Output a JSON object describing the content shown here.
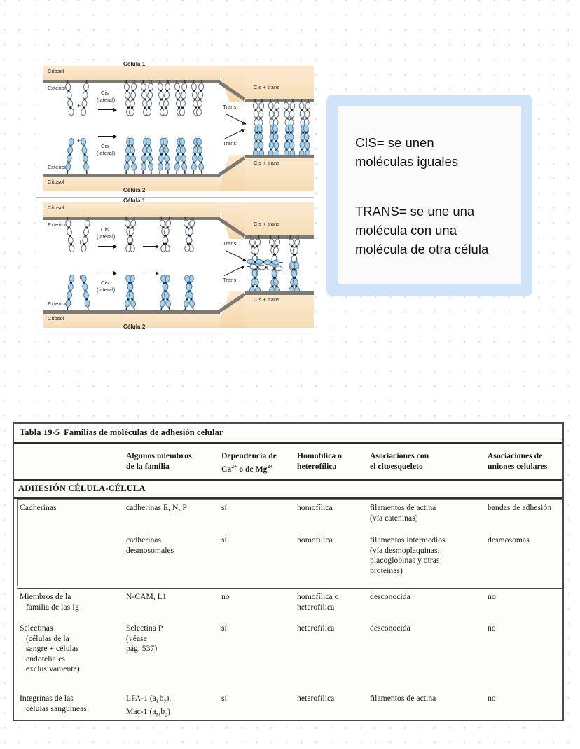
{
  "figure": {
    "alt_name": "cadherin-cis-trans-adhesion-diagram",
    "top_panel": {
      "cell_top_label": "Célula 1",
      "cytosol_label": "Citosol",
      "exterior_label": "Exterior",
      "cis_label_line1": "Cis",
      "cis_label_line2": "(lateral)",
      "trans_label": "Trans",
      "cis_trans_label": "Cis + trans",
      "plus": "+"
    },
    "bottom_panel": {
      "cell_top_label": "Célula 1",
      "cell_bottom_label": "Célula 2",
      "cytosol_label": "Citosol",
      "exterior_label": "Exterior",
      "cis_label_line1": "Cis",
      "cis_label_line2": "(lateral)",
      "trans_label": "Trans",
      "cis_trans_label": "Cis + trans",
      "plus": "+"
    },
    "middle_cell2": {
      "cell_bottom_label": "Célula 2",
      "cytosol_label": "Citosol",
      "exterior_label": "Exterior"
    }
  },
  "callout": {
    "background_color": "#cfe4f9",
    "inner_color": "#fbfbfb",
    "line1": "CIS= se unen",
    "line2": "moléculas iguales",
    "line3": "TRANS= se une una",
    "line4": "molécula con una",
    "line5": "molécula de otra célula"
  },
  "table": {
    "title_number": "Tabla 19-5",
    "title_text": "Familias de moléculas de adhesión celular",
    "headers": [
      "",
      "Algunos miembros de la familia",
      "Dependencia de Ca2+ o de Mg2+",
      "Homofílica o heterofílica",
      "Asociaciones con el citoesqueleto",
      "Asociaciones de uniones celulares"
    ],
    "header_lines": {
      "c1_l1": "Algunos miembros",
      "c1_l2": "de la familia",
      "c2_l1": "Dependencia de",
      "c2_l2a": "Ca",
      "c2_l2b": "2+",
      "c2_l2c": " o de Mg",
      "c2_l2d": "2+",
      "c3_l1": "Homofílica o",
      "c3_l2": "heterofílica",
      "c4_l1": "Asociaciones con",
      "c4_l2": "el citoesqueleto",
      "c5_l1": "Asociaciones de",
      "c5_l2": "uniones celulares"
    },
    "section_header": "ADHESIÓN CÉLULA-CÉLULA",
    "rows": [
      {
        "family_l1": "Cadherinas",
        "family_l2": "",
        "members_l1": "cadherinas E, N, P",
        "members_l2": "",
        "dependence": "sí",
        "homo": "homofílica",
        "homo_l2": "",
        "cyto_l1": "filamentos de actina",
        "cyto_l2": "(vía cateninas)",
        "cyto_l3": "",
        "cyto_l4": "",
        "junction": "bandas de adhesión"
      },
      {
        "family_l1": "",
        "members_l1": "cadherinas",
        "members_l2": "desmosomales",
        "dependence": "sí",
        "homo": "homofílica",
        "homo_l2": "",
        "cyto_l1": "filamentos intermedios",
        "cyto_l2": "(vía desmoplaquinas,",
        "cyto_l3": "placoglobinas y otras",
        "cyto_l4": "proteínas)",
        "junction": "desmosomas"
      },
      {
        "family_l1": "Miembros de la",
        "family_l2": "familia de las Ig",
        "members_l1": "N-CAM, L1",
        "members_l2": "",
        "dependence": "no",
        "homo": "homofílica o",
        "homo_l2": "heterofílica",
        "cyto_l1": "desconocida",
        "cyto_l2": "",
        "cyto_l3": "",
        "cyto_l4": "",
        "junction": "no"
      },
      {
        "family_l1": "Selectinas",
        "family_l2": "(células de la",
        "family_l3": "sangre + células",
        "family_l4": "endoteliales",
        "family_l5": "exclusivamente)",
        "members_l1": "Selectina P",
        "members_l2": "(véase",
        "members_l3": "pág. 537)",
        "dependence": "sí",
        "homo": "heterofílica",
        "homo_l2": "",
        "cyto_l1": "desconocida",
        "cyto_l2": "",
        "junction": "no"
      },
      {
        "family_l1": "Integrinas de las",
        "family_l2": "células sanguíneas",
        "members_l1a": "LFA-1 (a",
        "members_l1b": "L",
        "members_l1c": "b",
        "members_l1d": "2",
        "members_l1e": "),",
        "members_l2a": "Mac-1 (a",
        "members_l2b": "M",
        "members_l2c": "b",
        "members_l2d": "2",
        "members_l2e": ")",
        "dependence": "sí",
        "homo": "heterofílica",
        "homo_l2": "",
        "cyto_l1": "filamentos de actina",
        "cyto_l2": "",
        "junction": "no"
      }
    ]
  }
}
